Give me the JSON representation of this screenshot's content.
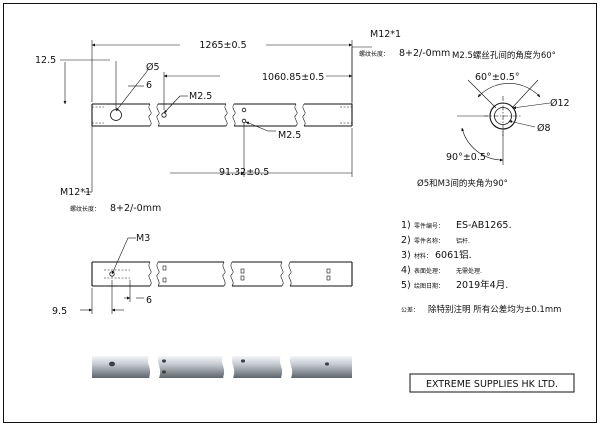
{
  "dims": {
    "overall_length": "1265±0.5",
    "thread_top_right": "M12*1",
    "thread_len_top_right": "8+2/-0mm",
    "thread_len_label": "螺纹长度：",
    "left_offset": "12.5",
    "hole_dia": "Ø5",
    "hole_dist": "6",
    "small_hole": "M2.5",
    "mid_length": "1060.85±0.5",
    "small_hole_b": "M2.5",
    "bottom_length": "91.32±0.5",
    "thread_bottom_left": "M12*1",
    "thread_len_bottom_left": "8+2/-0mm"
  },
  "section": {
    "note_top": "M2.5螺丝孔间的角度为60°",
    "angle_top": "60°±0.5°",
    "outer_dia": "Ø12",
    "inner_dia": "Ø8",
    "angle_bottom": "90°±0.5°",
    "note_bottom": "Ø5和M3间的夹角为90°"
  },
  "view2": {
    "m3_label": "M3",
    "left_dim": "9.5",
    "right_dim": "6"
  },
  "notes": {
    "items": [
      {
        "num": "1)",
        "label": "零件编号：",
        "value": "ES-AB1265."
      },
      {
        "num": "2)",
        "label": "零件名称：",
        "value": "铝杆."
      },
      {
        "num": "3)",
        "label": "材料：",
        "value": "6061铝."
      },
      {
        "num": "4)",
        "label": "表面处理：",
        "value": "无需处理."
      },
      {
        "num": "5)",
        "label": "绘图日期：",
        "value": "2019年4月."
      }
    ],
    "tolerance_label": "公差：",
    "tolerance_text": "除特别注明  所有公差均为±0.1mm"
  },
  "title_block": {
    "company": "EXTREME SUPPLIES HK LTD."
  }
}
